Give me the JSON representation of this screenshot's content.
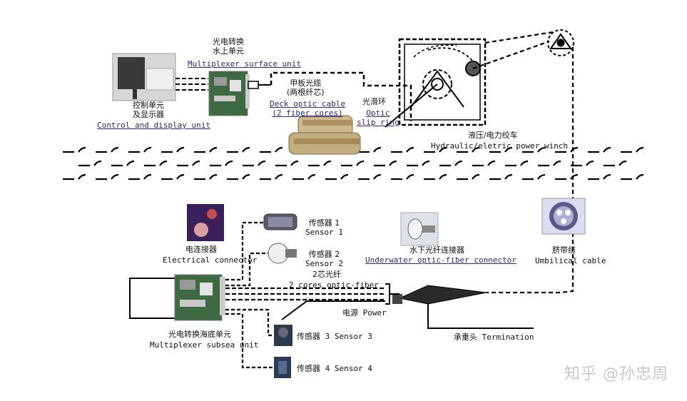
{
  "labels": {
    "surface_unit_cn": "光电转换",
    "surface_unit_cn2": "水上单元",
    "surface_unit_en": "Multiplexer surface unit",
    "control_cn": "控制单元",
    "control_cn2": "及显示器",
    "control_en": "Control and display unit",
    "deck_cable_cn": "甲板光缆",
    "deck_cable_cn2": "(两根纤芯)",
    "deck_cable_en": "Deck optic cable",
    "deck_cable_en2": "(2 fiber cores)",
    "slip_ring_cn": "光滑环",
    "slip_ring_en": "Optic",
    "slip_ring_en2": "slip ring",
    "winch_cn": "液压/电力绞车",
    "winch_en": "Hydraulic/eletric power winch",
    "elec_conn_cn": "电连接器",
    "elec_conn_en": "Electrical connector",
    "sensor1_cn": "传感器 1",
    "sensor1_en": "Sensor 1",
    "sensor2_cn": "传感器 2",
    "sensor2_en": "Sensor 2",
    "fiber_cn": "2芯光纤",
    "fiber_en": "2 cores optic-fiber",
    "uw_conn_cn": "水下光纤连接器",
    "uw_conn_en": "Underwater optic-fiber connector",
    "umbilical_cn": "脐带缆",
    "umbilical_en": "Umbilical cable",
    "power": "电源 Power",
    "termination": "承重头 Termination",
    "subsea_cn": "光电转换海底单元",
    "subsea_en": "Multiplexer subsea unit",
    "sensor3": "传感器 3 Sensor 3",
    "sensor4": "传感器 4 Sensor 4"
  },
  "watermark": "知乎 @孙忠周"
}
